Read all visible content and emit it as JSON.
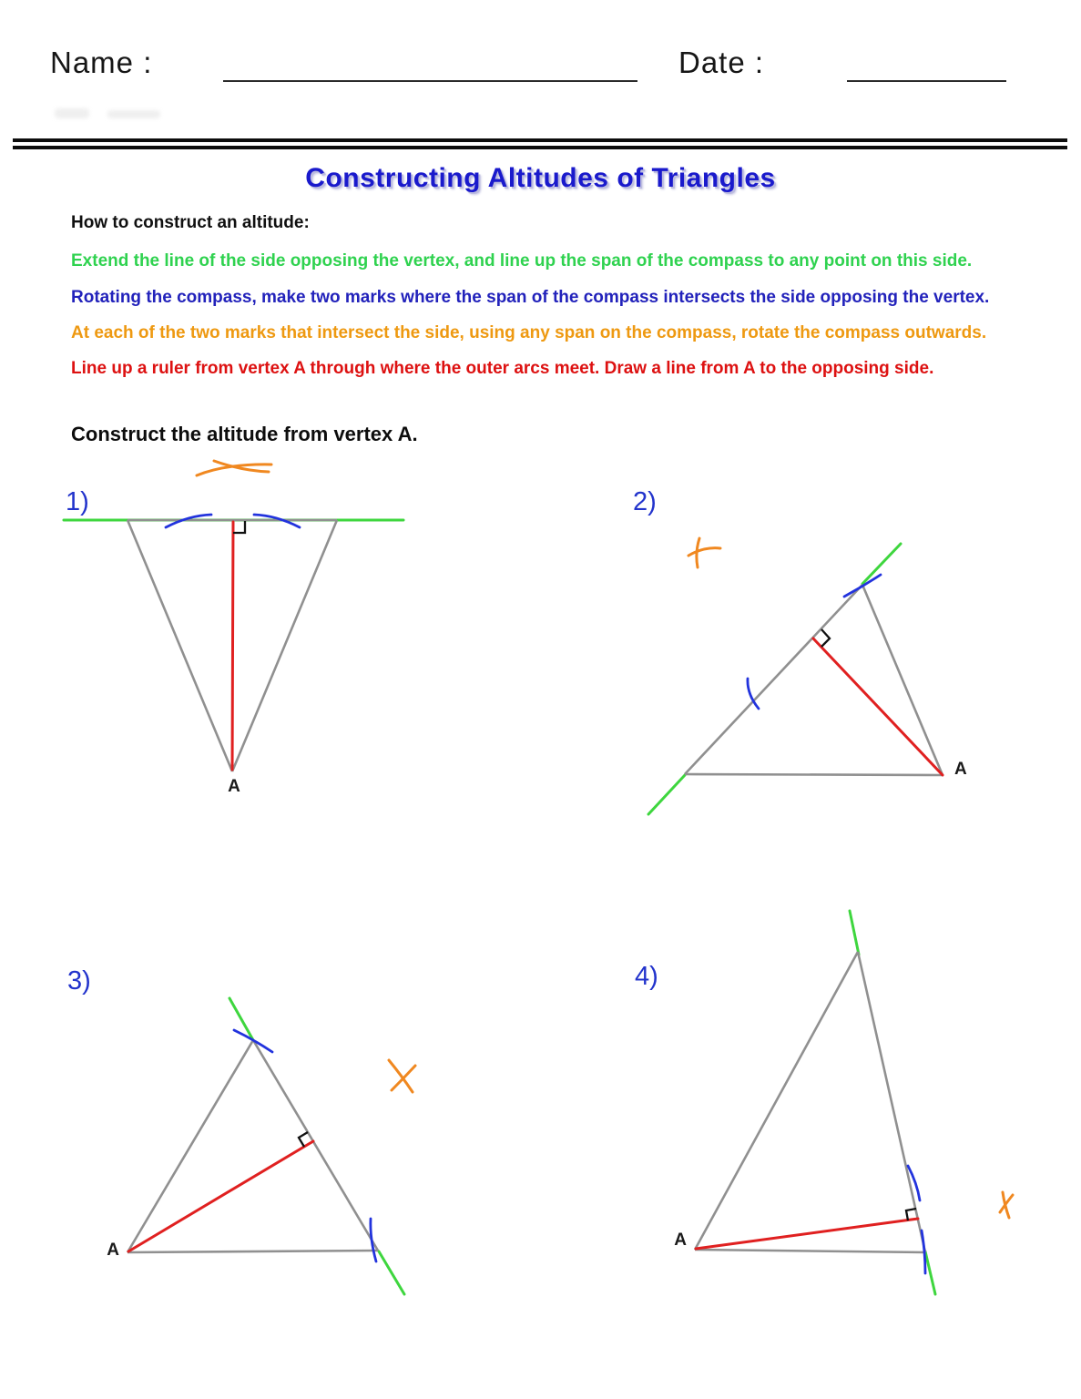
{
  "header": {
    "name_label": "Name :",
    "date_label": "Date :"
  },
  "title": "Constructing Altitudes of Triangles",
  "howto": {
    "heading": "How to construct an altitude:",
    "steps": [
      {
        "text": "Extend the line of the side opposing the vertex, and line up the span of the compass to any point on this side."
      },
      {
        "text": "Rotating the compass, make two marks where the span of the compass intersects the side opposing the vertex."
      },
      {
        "text": "At each of the two marks that intersect the side, using any span on the compass, rotate the compass outwards."
      },
      {
        "text": "Line up a ruler from vertex A through where the outer arcs meet. Draw a line from A to the opposing side."
      }
    ]
  },
  "task_heading": "Construct the altitude from vertex A.",
  "problems": [
    {
      "number": "1)",
      "vertex_label": "A"
    },
    {
      "number": "2)",
      "vertex_label": "A"
    },
    {
      "number": "3)",
      "vertex_label": "A"
    },
    {
      "number": "4)",
      "vertex_label": "A"
    }
  ],
  "colors": {
    "title_blue": "#1a1acc",
    "number_blue": "#2233cc",
    "step_green": "#2fd24f",
    "step_blue": "#2222bb",
    "step_orange": "#ee9911",
    "step_red": "#dd1111",
    "triangle_gray": "#909090",
    "altitude_red": "#e02020",
    "extension_green": "#3ed63e",
    "compass_arc_blue": "#2233dd",
    "compass_arc_orange": "#f08820",
    "right_angle_black": "#111111"
  }
}
